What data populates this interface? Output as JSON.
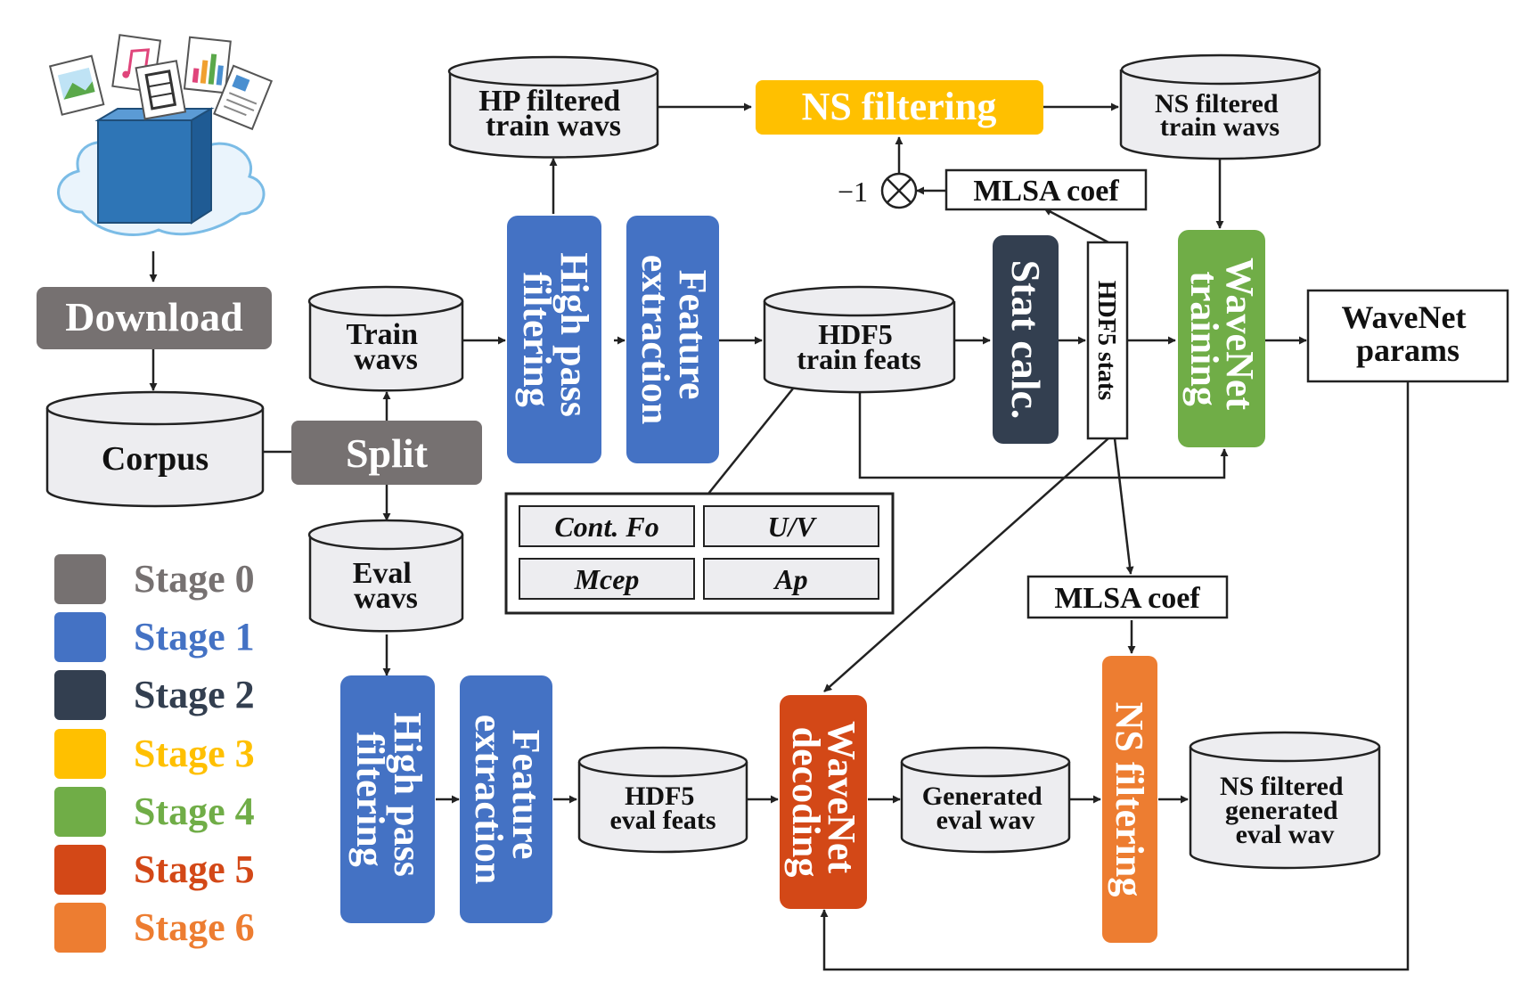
{
  "download": "Download",
  "corpus": "Corpus",
  "split": "Split",
  "train_wavs": [
    "Train",
    "wavs"
  ],
  "eval_wavs": [
    "Eval",
    "wavs"
  ],
  "hp_filtered_train": [
    "HP filtered",
    "train wavs"
  ],
  "ns_filtering_top": "NS filtering",
  "ns_filtered_train": [
    "NS filtered",
    "train wavs"
  ],
  "neg_one": "−1",
  "mlsa_coef_top": "MLSA coef",
  "mlsa_coef_bottom": "MLSA coef",
  "high_pass_train": [
    "High pass",
    "filtering"
  ],
  "feature_extraction_train": [
    "Feature",
    "extraction"
  ],
  "hdf5_train_feats": [
    "HDF5",
    "train feats"
  ],
  "stat_calc": "Stat calc.",
  "hdf5_stats": "HDF5 stats",
  "wavenet_training": [
    "WaveNet",
    "training"
  ],
  "wavenet_params": [
    "WaveNet",
    "params"
  ],
  "features": [
    "Cont. Fo",
    "U/V",
    "Mcep",
    "Ap"
  ],
  "high_pass_eval": [
    "High pass",
    "filtering"
  ],
  "feature_extraction_eval": [
    "Feature",
    "extraction"
  ],
  "hdf5_eval_feats": [
    "HDF5",
    "eval feats"
  ],
  "wavenet_decoding": [
    "WaveNet",
    "decoding"
  ],
  "generated_eval_wav": [
    "Generated",
    "eval wav"
  ],
  "ns_filtering_bottom": "NS filtering",
  "ns_filtered_generated": [
    "NS filtered",
    "generated",
    "eval wav"
  ],
  "legend": [
    {
      "label": "Stage 0",
      "color": "#767171"
    },
    {
      "label": "Stage 1",
      "color": "#4472c4"
    },
    {
      "label": "Stage 2",
      "color": "#333f50"
    },
    {
      "label": "Stage 3",
      "color": "#ffc000"
    },
    {
      "label": "Stage 4",
      "color": "#70ad47"
    },
    {
      "label": "Stage 5",
      "color": "#d34817"
    },
    {
      "label": "Stage 6",
      "color": "#ed7d31"
    }
  ],
  "colors": {
    "stage0": "#767171",
    "stage1": "#4472c4",
    "stage2": "#333f50",
    "stage3": "#ffc000",
    "stage4": "#70ad47",
    "stage5": "#d34817",
    "stage6": "#ed7d31",
    "cylinder_fill": "#ededf0",
    "stroke": "#222222"
  },
  "icons": [
    "cloud-icon",
    "database-box-icon",
    "image-file-icon",
    "music-file-icon",
    "video-file-icon",
    "chart-file-icon",
    "document-file-icon"
  ]
}
